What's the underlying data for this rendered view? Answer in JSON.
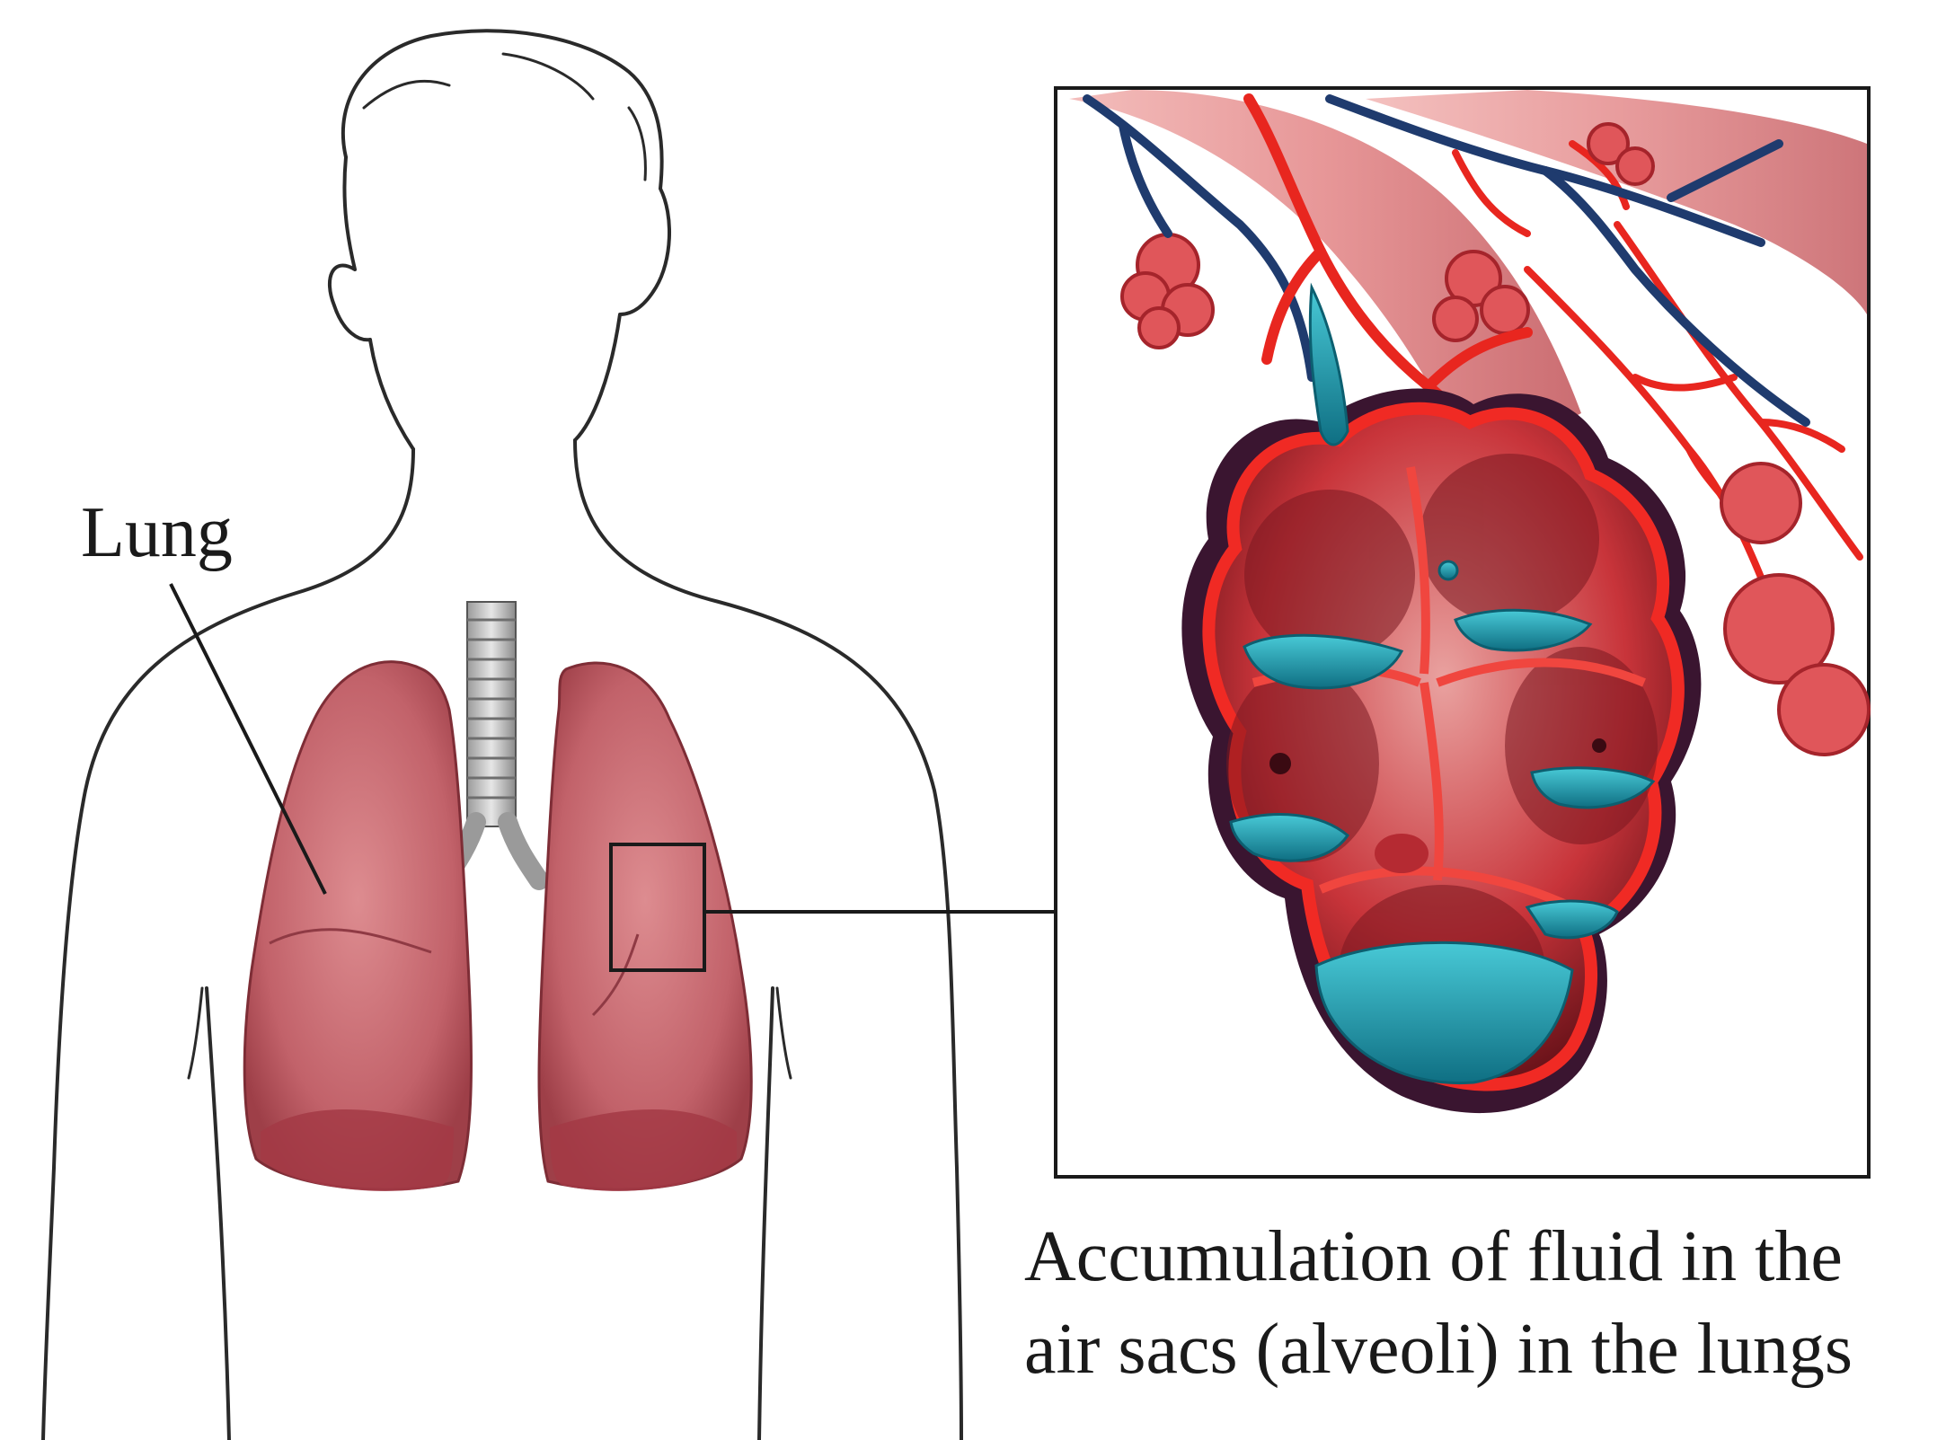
{
  "labels": {
    "lung": "Lung"
  },
  "caption": {
    "line1": "Accumulation of fluid in the",
    "line2": "air sacs (alveoli) in the lungs"
  },
  "colors": {
    "background": "#ffffff",
    "outline": "#2a2a2a",
    "lung_tissue": "#c96b70",
    "blood_red": "#e8261f",
    "vein_blue": "#1f3b6e",
    "fluid_cyan": "#1fa6b8",
    "alveolus_wall": "#d9433f"
  }
}
